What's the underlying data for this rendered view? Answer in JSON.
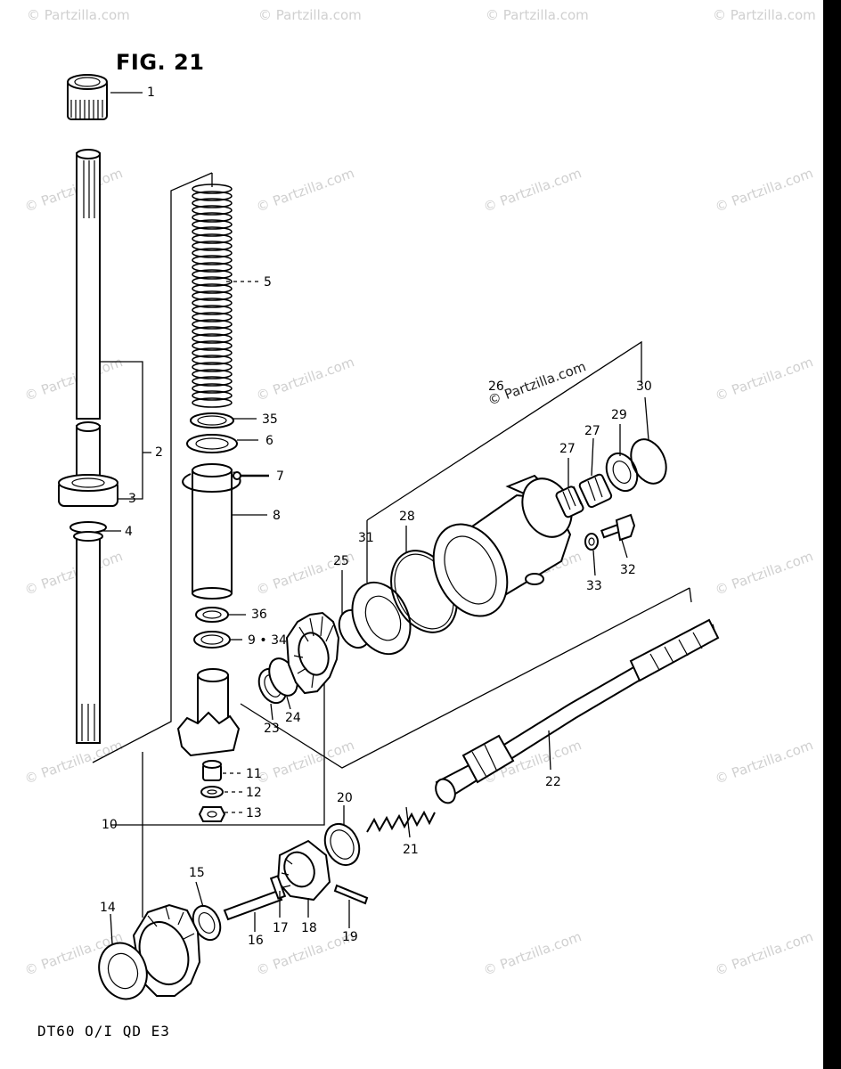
{
  "figure": {
    "title": "FIG. 21",
    "footer": "DT60 O/I QD E3",
    "watermark_text": "© Partzilla.com",
    "watermark_color": "#d0d0d0"
  },
  "callouts": {
    "c1": "1",
    "c2": "2",
    "c3": "3",
    "c4": "4",
    "c5": "5",
    "c6": "6",
    "c7": "7",
    "c8": "8",
    "c9_34": "9 • 34",
    "c10": "10",
    "c11": "11",
    "c12": "12",
    "c13": "13",
    "c14": "14",
    "c15": "15",
    "c16": "16",
    "c17": "17",
    "c18": "18",
    "c19": "19",
    "c20": "20",
    "c21": "21",
    "c22": "22",
    "c23": "23",
    "c24": "24",
    "c25": "25",
    "c26": "26",
    "c27a": "27",
    "c27b": "27",
    "c28": "28",
    "c29": "29",
    "c30": "30",
    "c31": "31",
    "c32": "32",
    "c33": "33",
    "c35": "35",
    "c36": "36"
  }
}
